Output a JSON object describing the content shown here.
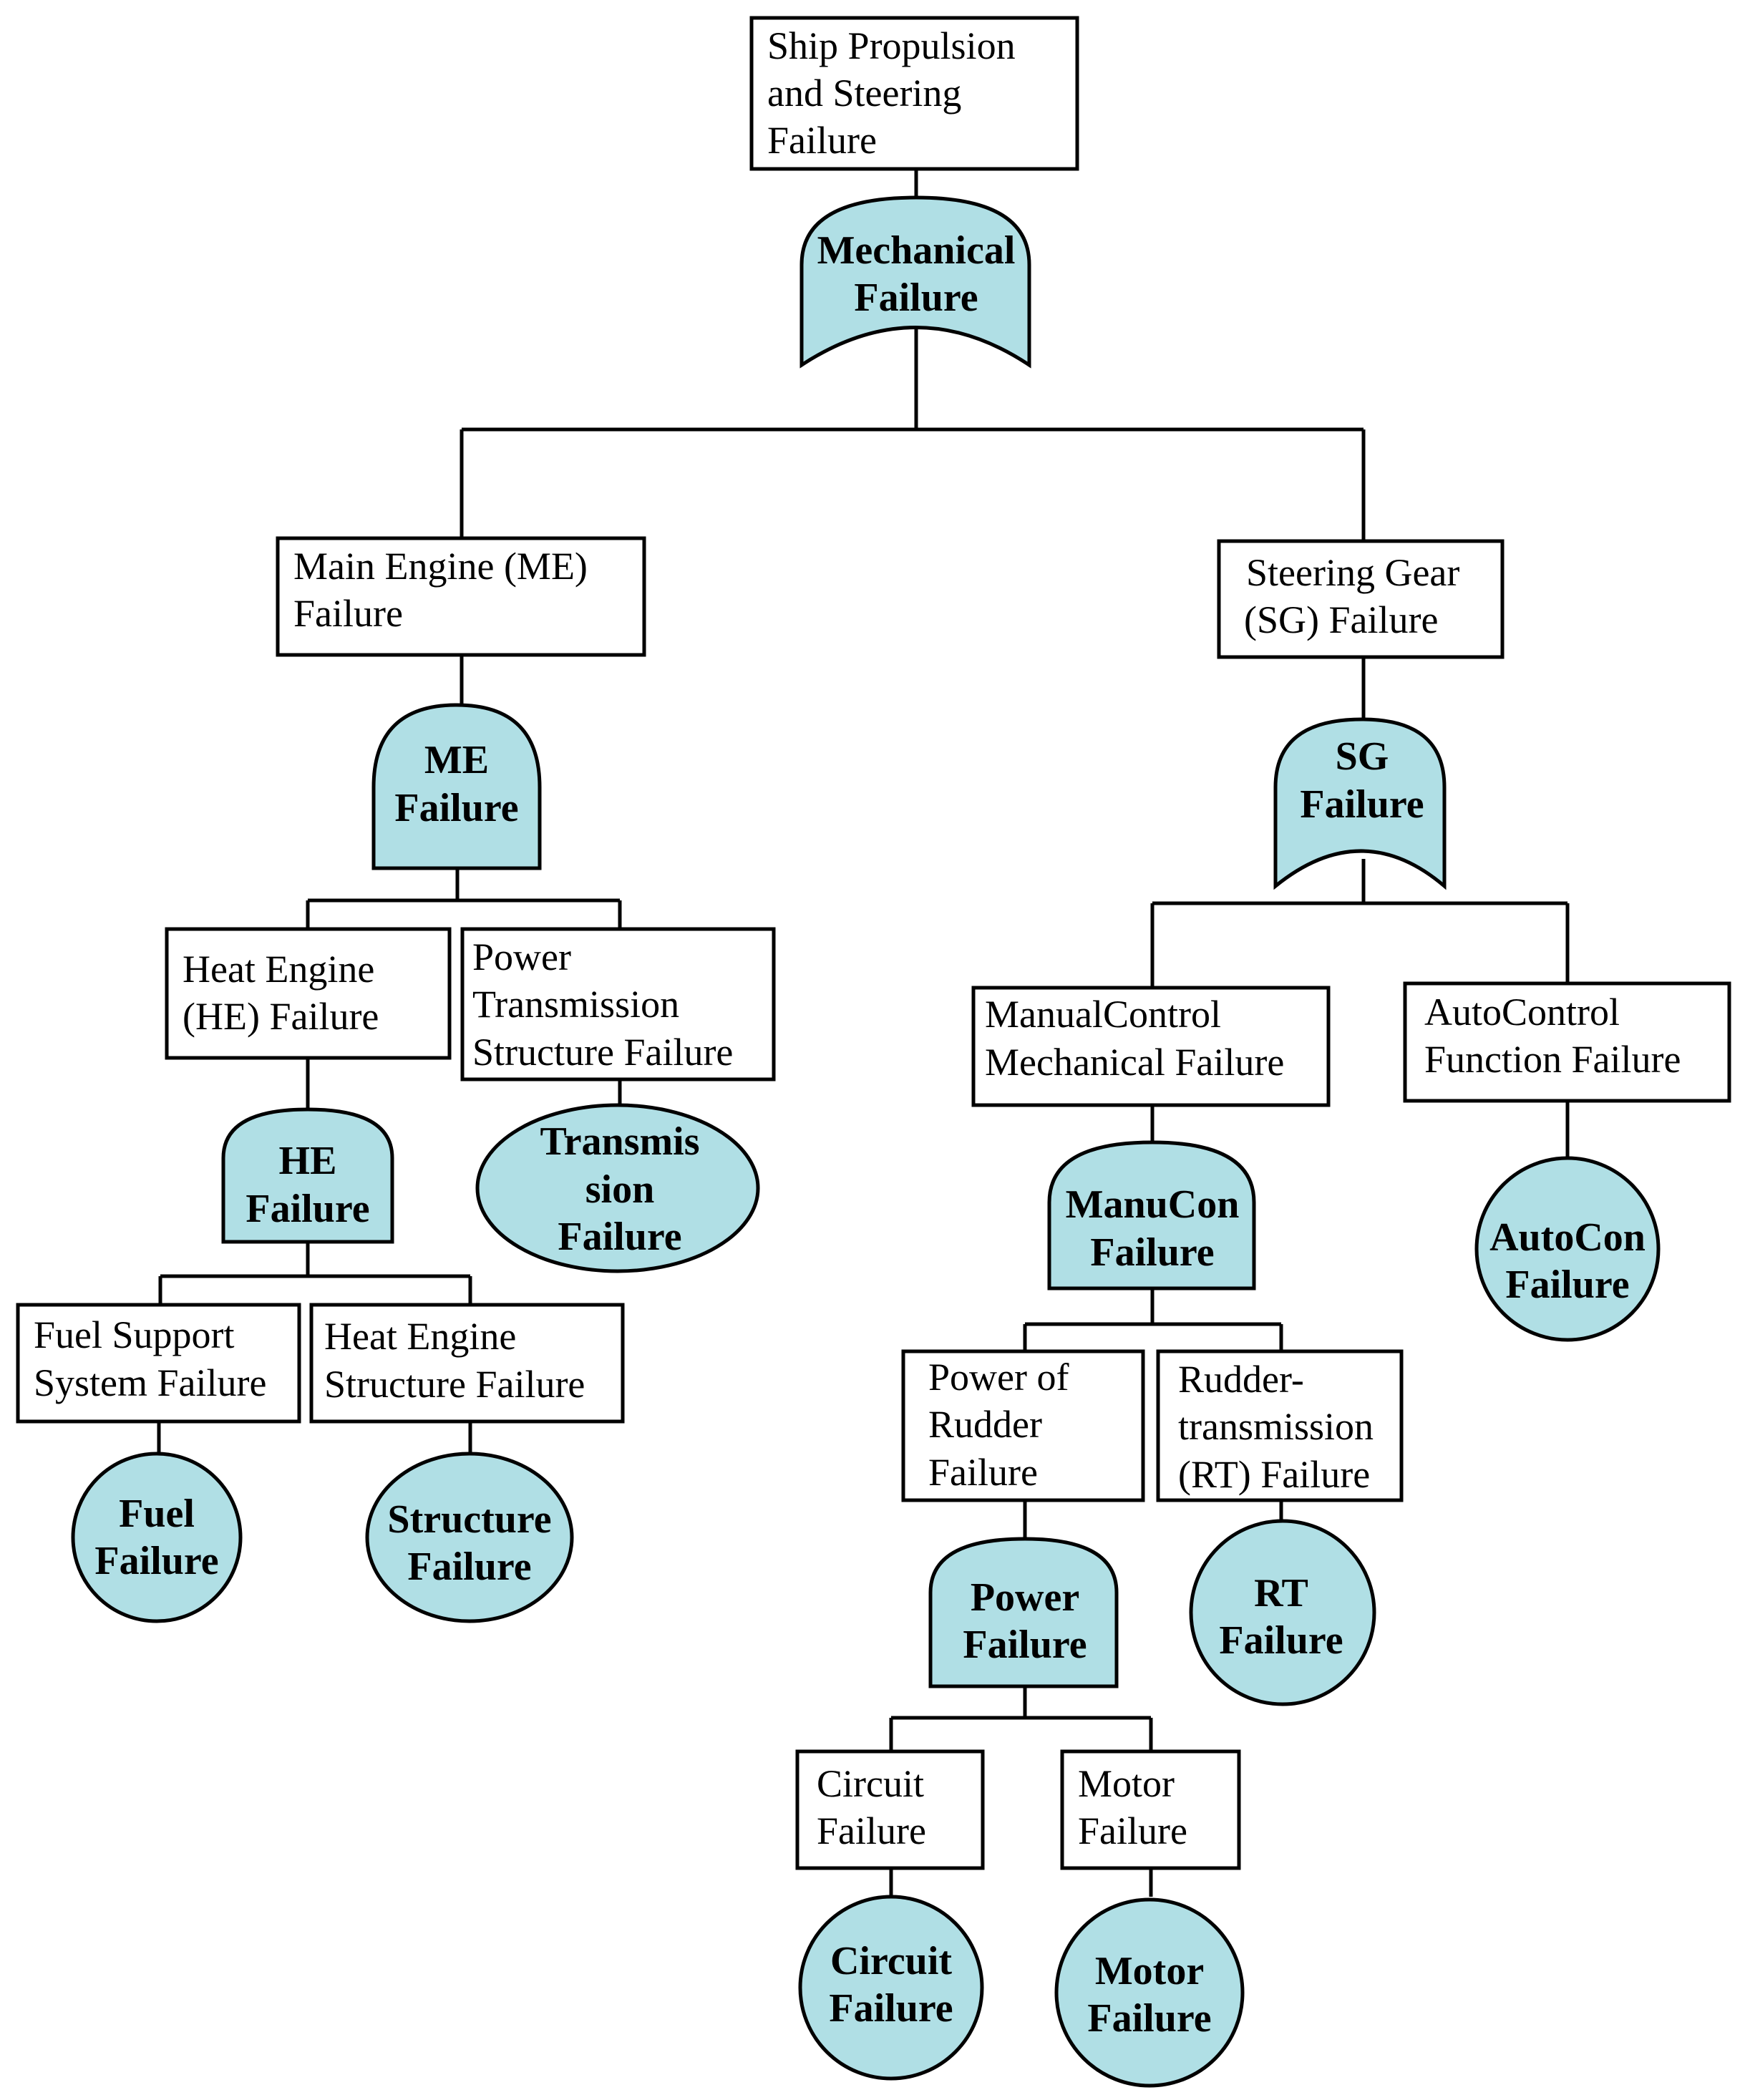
{
  "colors": {
    "gate_fill": "#b0dfe5",
    "stroke": "#000000",
    "box_fill": "#ffffff"
  },
  "events": [
    {
      "id": "top",
      "lines": [
        "Ship Propulsion",
        "and Steering",
        "Failure"
      ]
    },
    {
      "id": "me",
      "lines": [
        "Main Engine (ME)",
        "Failure"
      ]
    },
    {
      "id": "sg",
      "lines": [
        "Steering Gear",
        "(SG) Failure"
      ]
    },
    {
      "id": "he",
      "lines": [
        "Heat Engine",
        "(HE) Failure"
      ]
    },
    {
      "id": "pts",
      "lines": [
        "Power",
        "Transmission",
        "Structure Failure"
      ]
    },
    {
      "id": "manual",
      "lines": [
        "ManualControl",
        "Mechanical Failure"
      ]
    },
    {
      "id": "auto",
      "lines": [
        "AutoControl",
        "Function Failure"
      ]
    },
    {
      "id": "fuel",
      "lines": [
        "Fuel Support",
        "System Failure"
      ]
    },
    {
      "id": "hes",
      "lines": [
        "Heat Engine",
        "Structure Failure"
      ]
    },
    {
      "id": "pr",
      "lines": [
        "Power of",
        "Rudder",
        "Failure"
      ]
    },
    {
      "id": "rt",
      "lines": [
        "Rudder-",
        "transmission",
        "(RT) Failure"
      ]
    },
    {
      "id": "circuit",
      "lines": [
        "Circuit",
        "Failure"
      ]
    },
    {
      "id": "motor",
      "lines": [
        "Motor",
        "Failure"
      ]
    }
  ],
  "gates": [
    {
      "id": "g-mech",
      "type": "or-gate",
      "lines": [
        "Mechanical",
        "Failure"
      ]
    },
    {
      "id": "g-me",
      "type": "and-gate",
      "lines": [
        "ME",
        "Failure"
      ]
    },
    {
      "id": "g-sg",
      "type": "or-gate",
      "lines": [
        "SG",
        "Failure"
      ]
    },
    {
      "id": "g-he",
      "type": "and-gate",
      "lines": [
        "HE",
        "Failure"
      ]
    },
    {
      "id": "g-trans",
      "type": "basic-event",
      "lines": [
        "Transmis",
        "sion",
        "Failure"
      ]
    },
    {
      "id": "g-manucon",
      "type": "and-gate",
      "lines": [
        "ManuCon",
        "Failure"
      ]
    },
    {
      "id": "g-autocon",
      "type": "basic-event",
      "lines": [
        "AutoCon",
        "Failure"
      ]
    },
    {
      "id": "g-fuel",
      "type": "basic-event",
      "lines": [
        "Fuel",
        "Failure"
      ]
    },
    {
      "id": "g-structure",
      "type": "basic-event",
      "lines": [
        "Structure",
        "Failure"
      ]
    },
    {
      "id": "g-power",
      "type": "and-gate",
      "lines": [
        "Power",
        "Failure"
      ]
    },
    {
      "id": "g-rt",
      "type": "basic-event",
      "lines": [
        "RT",
        "Failure"
      ]
    },
    {
      "id": "g-circuit",
      "type": "basic-event",
      "lines": [
        "Circuit",
        "Failure"
      ]
    },
    {
      "id": "g-motor",
      "type": "basic-event",
      "lines": [
        "Motor",
        "Failure"
      ]
    }
  ]
}
